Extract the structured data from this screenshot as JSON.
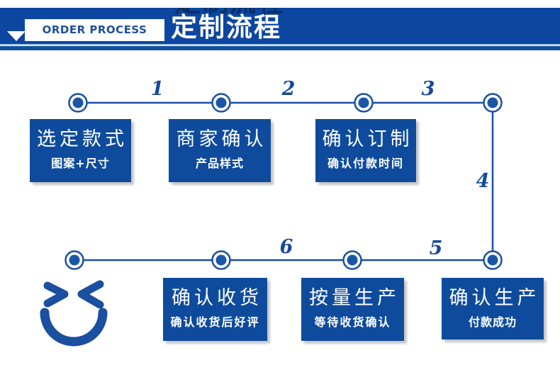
{
  "header": {
    "eyebrow": "ORDER PROCESS",
    "title": "定制流程"
  },
  "numbers": [
    "1",
    "2",
    "3",
    "4",
    "5",
    "6"
  ],
  "boxes": [
    {
      "title": "选定款式",
      "subtitle": "图案+尺寸"
    },
    {
      "title": "商家确认",
      "subtitle": "产品样式"
    },
    {
      "title": "确认订制",
      "subtitle": "确认付款时间"
    },
    {
      "title": "确认收货",
      "subtitle": "确认收货后好评"
    },
    {
      "title": "按量生产",
      "subtitle": "等待收货确认"
    },
    {
      "title": "确认生产",
      "subtitle": "付款成功"
    }
  ],
  "icons": {
    "smiley": "laughing-closed-eyes-face",
    "triangle": "down-triangle-marker",
    "node": "flow-node-ring-dot"
  },
  "colors": {
    "banner_blue": "#0c46a0",
    "box_blue": "#0e4b9d",
    "line_blue": "#1b4fa3",
    "node_dot_blue": "#1a55a8",
    "number_blue": "#17499c",
    "title_shadow_navy": "#0a2f66",
    "divider_light_blue": "#a4c3e6",
    "divider_blue": "#11509f"
  }
}
